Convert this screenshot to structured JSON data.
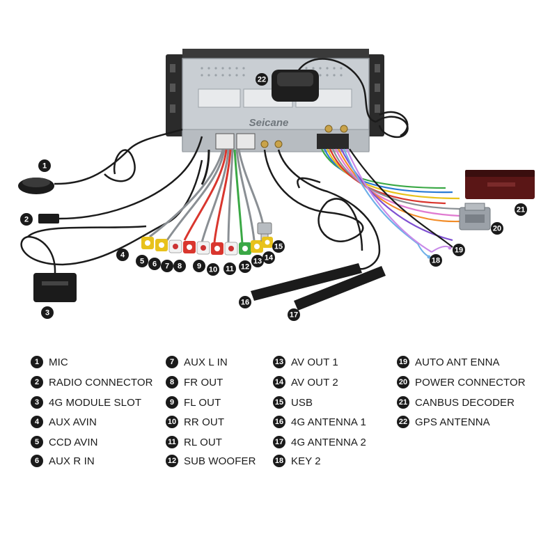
{
  "unit": {
    "brand_text": "Seicane"
  },
  "colors": {
    "chassis": "#c9ced3",
    "bracket": "#2b2b2b",
    "wire_black": "#1b1b1b",
    "wire_gray": "#8a8f94",
    "rca_red": "#d9362e",
    "rca_yellow": "#e8c21c",
    "rca_white": "#f2f2f2",
    "rca_green": "#3aa845",
    "canbus_box": "#5a1616",
    "power_connector": "#9ba1a8"
  },
  "callouts": [
    {
      "num": "1",
      "label": "MIC"
    },
    {
      "num": "2",
      "label": "RADIO CONNECTOR"
    },
    {
      "num": "3",
      "label": "4G MODULE SLOT"
    },
    {
      "num": "4",
      "label": "AUX AVIN"
    },
    {
      "num": "5",
      "label": "CCD AVIN"
    },
    {
      "num": "6",
      "label": "AUX R IN"
    },
    {
      "num": "7",
      "label": "AUX L IN"
    },
    {
      "num": "8",
      "label": "FR OUT"
    },
    {
      "num": "9",
      "label": "FL OUT"
    },
    {
      "num": "10",
      "label": "RR OUT"
    },
    {
      "num": "11",
      "label": "RL OUT"
    },
    {
      "num": "12",
      "label": "SUB WOOFER"
    },
    {
      "num": "13",
      "label": "AV OUT 1"
    },
    {
      "num": "14",
      "label": "AV OUT 2"
    },
    {
      "num": "15",
      "label": "USB"
    },
    {
      "num": "16",
      "label": "4G ANTENNA 1"
    },
    {
      "num": "17",
      "label": "4G ANTENNA 2"
    },
    {
      "num": "18",
      "label": "KEY 2"
    },
    {
      "num": "19",
      "label": "AUTO ANT ENNA"
    },
    {
      "num": "20",
      "label": "POWER CONNECTOR"
    },
    {
      "num": "21",
      "label": "CANBUS DECODER"
    },
    {
      "num": "22",
      "label": "GPS ANTENNA"
    }
  ]
}
